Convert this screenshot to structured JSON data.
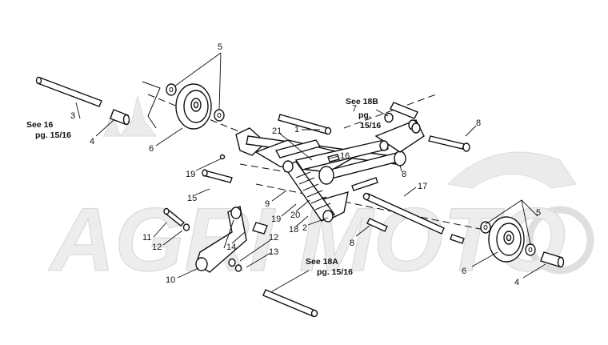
{
  "diagram": {
    "watermark": "AGRI MOTO",
    "callouts": [
      {
        "id": "c5a",
        "text": "5"
      },
      {
        "id": "c3",
        "text": "3"
      },
      {
        "id": "c4a",
        "text": "4"
      },
      {
        "id": "c6a",
        "text": "6"
      },
      {
        "id": "c21",
        "text": "21"
      },
      {
        "id": "c1",
        "text": "1"
      },
      {
        "id": "c16",
        "text": "16"
      },
      {
        "id": "c7",
        "text": "7"
      },
      {
        "id": "c8a",
        "text": "8"
      },
      {
        "id": "c8b",
        "text": "8"
      },
      {
        "id": "c19a",
        "text": "19"
      },
      {
        "id": "c15",
        "text": "15"
      },
      {
        "id": "c9",
        "text": "9"
      },
      {
        "id": "c19b",
        "text": "19"
      },
      {
        "id": "c20",
        "text": "20"
      },
      {
        "id": "c18",
        "text": "18"
      },
      {
        "id": "c2",
        "text": "2"
      },
      {
        "id": "c17",
        "text": "17"
      },
      {
        "id": "c8c",
        "text": "8"
      },
      {
        "id": "c11",
        "text": "11"
      },
      {
        "id": "c12a",
        "text": "12"
      },
      {
        "id": "c14",
        "text": "14"
      },
      {
        "id": "c12b",
        "text": "12"
      },
      {
        "id": "c13",
        "text": "13"
      },
      {
        "id": "c10",
        "text": "10"
      },
      {
        "id": "c5b",
        "text": "5"
      },
      {
        "id": "c6b",
        "text": "6"
      },
      {
        "id": "c4b",
        "text": "4"
      }
    ],
    "references": {
      "see16": {
        "line1": "See 16",
        "line2": "pg. 15/16"
      },
      "see18b": {
        "line1": "See 18B",
        "line2": "pg.",
        "line3": "15/16"
      },
      "see18a": {
        "line1": "See 18A",
        "line2": "pg. 15/16"
      }
    }
  }
}
